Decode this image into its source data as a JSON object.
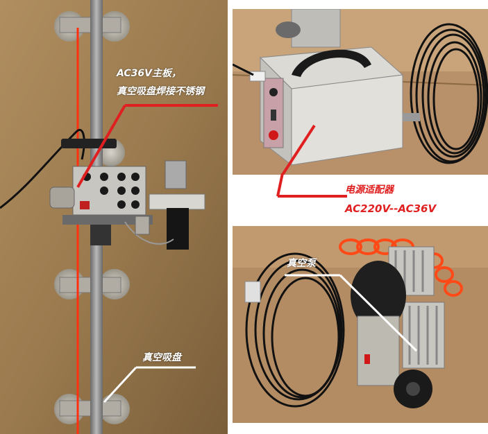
{
  "labels": {
    "main_board_line1": "AC36V主板，",
    "main_board_line2": "真空吸盘焊接不锈钢",
    "vacuum_cup": "真空吸盘",
    "power_adapter_line1": "电源适配器",
    "power_adapter_line2": "AC220V--AC36V",
    "vacuum_pump": "真空泵"
  },
  "colors": {
    "annotation_red": "#e02020",
    "annotation_white": "#ffffff",
    "wall_left": "#9a7a4e",
    "cardboard": "#b8906a",
    "rail": "#8c8c8c",
    "red_cable": "#ff3010"
  }
}
